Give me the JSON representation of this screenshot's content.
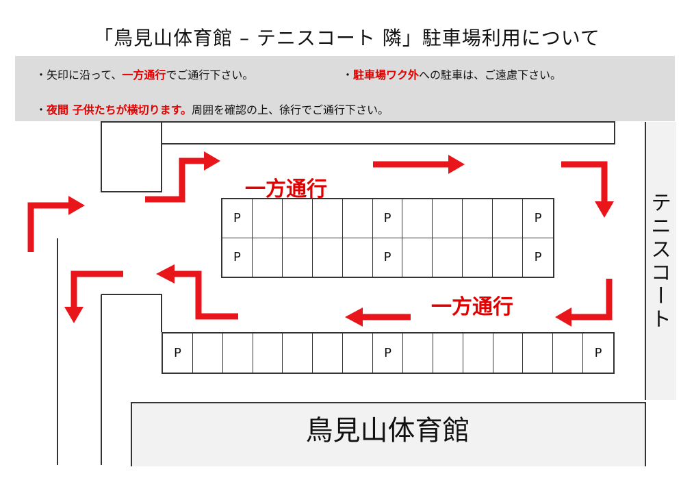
{
  "title": "「鳥見山体育館 – テニスコート 隣」駐車場利用について",
  "notices": {
    "n1": {
      "prefix": "・矢印に沿って、",
      "highlight": "一方通行",
      "suffix": "でご通行下さい。"
    },
    "n2": {
      "prefix": "・",
      "highlight": "駐車場ワク外",
      "suffix": "への駐車は、ご遠慮下さい。"
    },
    "n3": {
      "prefix": "・",
      "highlight": "夜間 子供たちが横切ります。",
      "suffix": "周囲を確認の上、徐行でご通行下さい。"
    }
  },
  "labels": {
    "oneway_top": "一方通行",
    "oneway_bottom": "一方通行",
    "tennis_court": "テニスコート",
    "gymnasium": "鳥見山体育館"
  },
  "lot_upper": {
    "row1": [
      "P",
      "",
      "",
      "",
      "",
      "P",
      "",
      "",
      "",
      "",
      "P"
    ],
    "row2": [
      "P",
      "",
      "",
      "",
      "",
      "P",
      "",
      "",
      "",
      "",
      "P"
    ]
  },
  "lot_lower": {
    "row1": [
      "P",
      "",
      "",
      "",
      "",
      "",
      "",
      "P",
      "",
      "",
      "",
      "",
      "",
      "",
      "P"
    ]
  },
  "colors": {
    "arrow": "#e8161b",
    "text_highlight": "#e00000",
    "notice_bg": "#dcdcdc"
  }
}
